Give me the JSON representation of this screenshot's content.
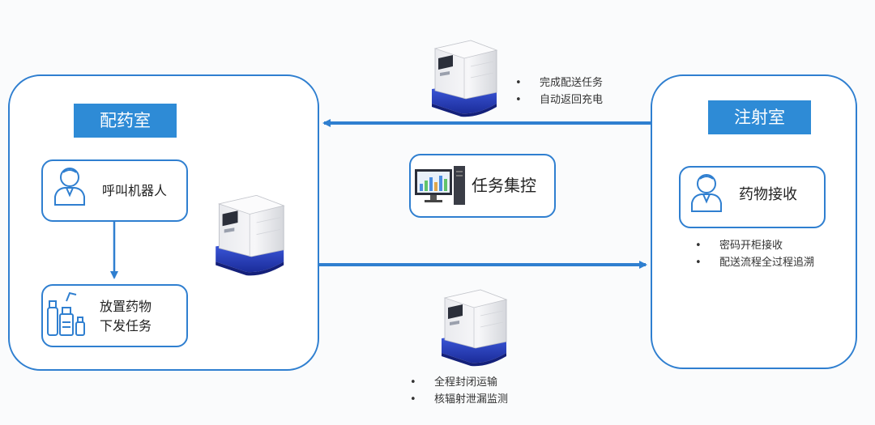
{
  "pharmacy": {
    "title": "配药室",
    "call_robot": "呼叫机器人",
    "place_medicine_line1": "放置药物",
    "place_medicine_line2": "下发任务"
  },
  "injection": {
    "title": "注射室",
    "receive": "药物接收",
    "bullets": [
      "密码开柜接收",
      "配送流程全过程追溯"
    ]
  },
  "center": {
    "task_control": "任务集控"
  },
  "top_flow": {
    "bullets": [
      "完成配送任务",
      "自动返回充电"
    ]
  },
  "bottom_flow": {
    "bullets": [
      "全程封闭运输",
      "核辐射泄漏监测"
    ]
  },
  "colors": {
    "accent": "#2f7fd0",
    "badge": "#2e8bd6",
    "robot_base": "#2a44c8"
  },
  "icons": {
    "person": "person-icon",
    "medicine": "medicine-bottles-icon",
    "computer": "computer-icon",
    "robot": "delivery-robot-icon"
  }
}
